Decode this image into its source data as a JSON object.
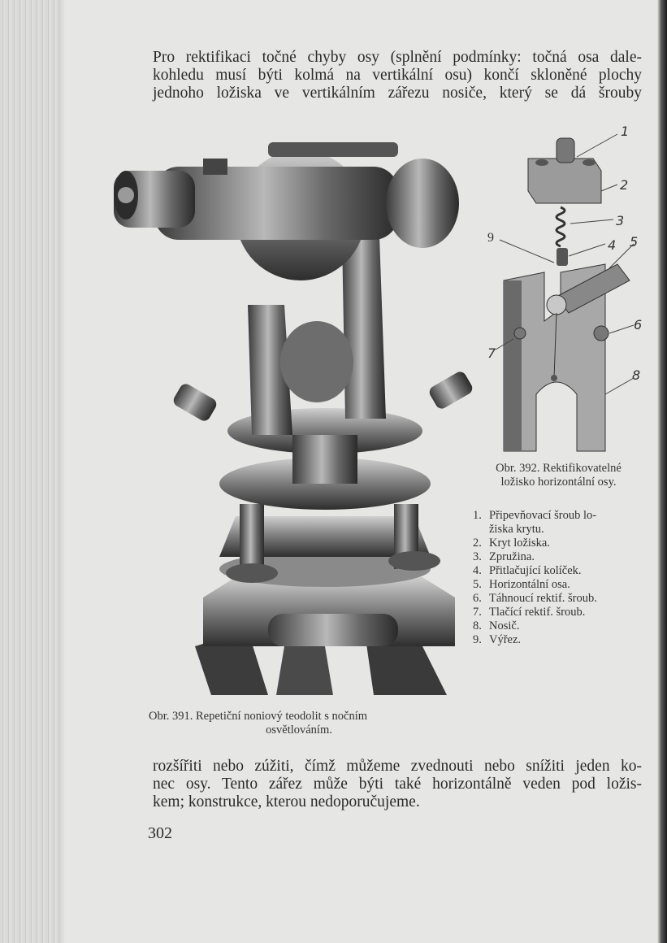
{
  "paragraph_top": [
    "Pro rektifikaci točné chyby osy (splnění podmínky: točná osa dale-",
    "kohledu musí býti kolmá na vertikální osu) končí skloněné plochy",
    "jednoho ložiska ve vertikálním zářezu nosiče, který se dá šrouby"
  ],
  "figure_392": {
    "labels": [
      "1",
      "2",
      "3",
      "4",
      "5",
      "6",
      "7",
      "8",
      "9"
    ],
    "caption": [
      "Obr. 392. Rektifikovatelné",
      "ložisko horizontální osy."
    ],
    "legend": [
      {
        "n": "1.",
        "text": "Připevňovací šroub lo-"
      },
      {
        "n": "",
        "text": "žiska krytu."
      },
      {
        "n": "2.",
        "text": "Kryt ložiska."
      },
      {
        "n": "3.",
        "text": "Zpružina."
      },
      {
        "n": "4.",
        "text": "Přitlačující kolíček."
      },
      {
        "n": "5.",
        "text": "Horizontální osa."
      },
      {
        "n": "6.",
        "text": "Táhnoucí rektif. šroub."
      },
      {
        "n": "7.",
        "text": "Tlačící rektif. šroub."
      },
      {
        "n": "8.",
        "text": "Nosič."
      },
      {
        "n": "9.",
        "text": "Výřez."
      }
    ]
  },
  "figure_391": {
    "caption": [
      "Obr. 391. Repetiční noniový teodolit s nočním",
      "osvětlováním."
    ]
  },
  "paragraph_bottom": [
    "rozšířiti nebo zúžiti, čímž můžeme zvednouti nebo snížiti jeden ko-",
    "nec osy. Tento zářez může býti také horizontálně veden pod ložis-",
    "kem; konstrukce, kterou nedoporučujeme."
  ],
  "page_number": "302"
}
